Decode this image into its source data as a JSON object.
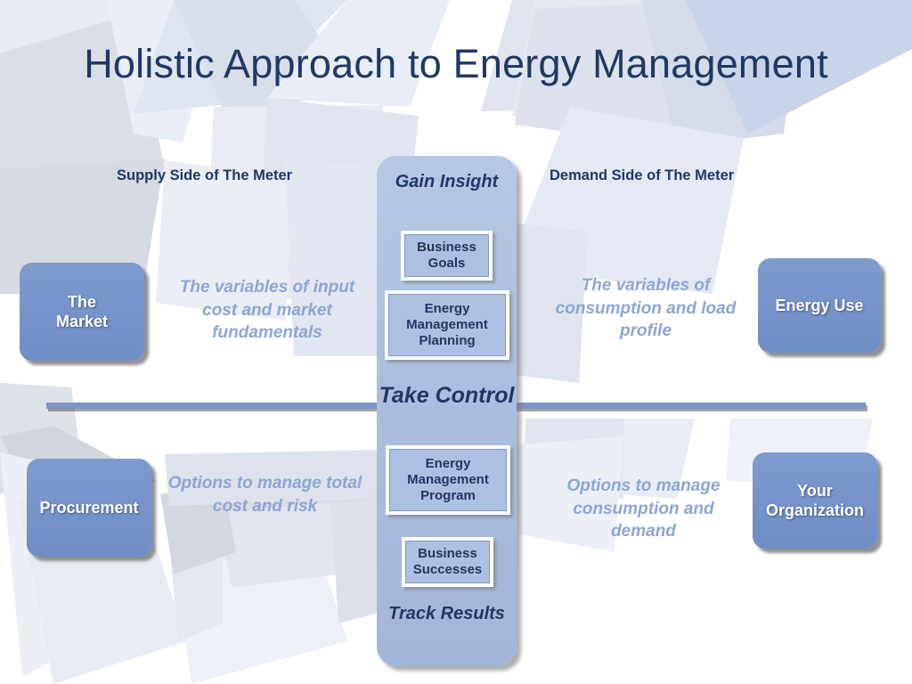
{
  "slide": {
    "title": "Holistic Approach to Energy Management",
    "title_color": "#1F3864",
    "background_color": "#FFFFFF",
    "accent_box_color": "#7490C8",
    "column_color": "#A9BCDE",
    "description_text_color": "#8CA6D4",
    "divider_color": "#7C95C6"
  },
  "headings": {
    "supply": "Supply Side of The Meter",
    "demand": "Demand Side of The Meter"
  },
  "boxes": {
    "market": "The\nMarket",
    "market_line1": "The",
    "market_line2": "Market",
    "procurement": "Procurement",
    "energy_use": "Energy Use",
    "your_organization_line1": "Your",
    "your_organization_line2": "Organization"
  },
  "descriptions": {
    "supply_top": "The variables of input cost and market fundamentals",
    "demand_top": "The variables of consumption and load profile",
    "supply_bottom": "Options to manage total cost and risk",
    "demand_bottom": "Options to manage consumption and demand"
  },
  "center_column": {
    "stages": [
      {
        "id": "gain-insight",
        "label": "Gain Insight"
      },
      {
        "id": "take-control",
        "label": "Take Control"
      },
      {
        "id": "track-results",
        "label": "Track Results"
      }
    ],
    "stage_gain": "Gain Insight",
    "stage_take": "Take Control",
    "stage_track": "Track Results",
    "inner_boxes": [
      {
        "id": "business-goals",
        "label": "Business Goals"
      },
      {
        "id": "energy-management-planning",
        "label": "Energy Management Planning"
      },
      {
        "id": "energy-management-program",
        "label": "Energy Management Program"
      },
      {
        "id": "business-successes",
        "label": "Business Successes"
      }
    ],
    "inner_business_goals": "Business Goals",
    "inner_em_planning": "Energy Management Planning",
    "inner_em_program": "Energy Management Program",
    "inner_business_successes": "Business Successes"
  }
}
